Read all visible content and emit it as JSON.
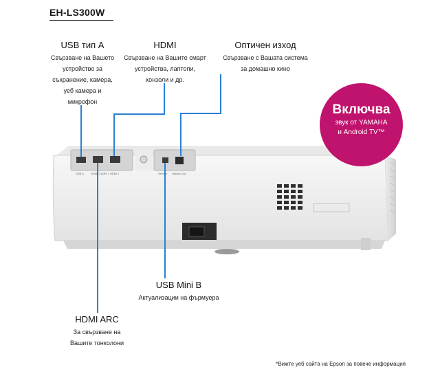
{
  "model": "EH-LS300W",
  "labels": {
    "usb_a": {
      "title": "USB тип A",
      "desc": [
        "Свързване на Вашето",
        "устройство за",
        "съхранение, камера,",
        "уеб камера и",
        "микрофон"
      ]
    },
    "hdmi": {
      "title": "HDMI",
      "desc": [
        "Свързване на Вашите смарт",
        "устройства, лаптопи,",
        "конзоли и др."
      ]
    },
    "optical": {
      "title": "Оптичен изход",
      "desc": [
        "Свързване с Вашата система",
        "за домашно кино"
      ]
    },
    "usb_mini": {
      "title": "USB Mini B",
      "desc": [
        "Актуализации на фърмуера"
      ]
    },
    "hdmi_arc": {
      "title": "HDMI ARC",
      "desc": [
        "За свързване на",
        "Вашите тонколони"
      ]
    }
  },
  "badge": {
    "title": "Включва",
    "line1": "звук от YAMAHA",
    "line2": "и Android TV™"
  },
  "ports": {
    "usb_a": "USB A",
    "hdmi2": "HDMI 2 (ARC)",
    "hdmi1": "HDMI 1",
    "service": "Service",
    "optical": "Optical Out"
  },
  "footer": "*Вижте уеб сайта на Epson за повече информация",
  "colors": {
    "accent_cable": "#2a7fd4",
    "badge": "#c0136d"
  }
}
